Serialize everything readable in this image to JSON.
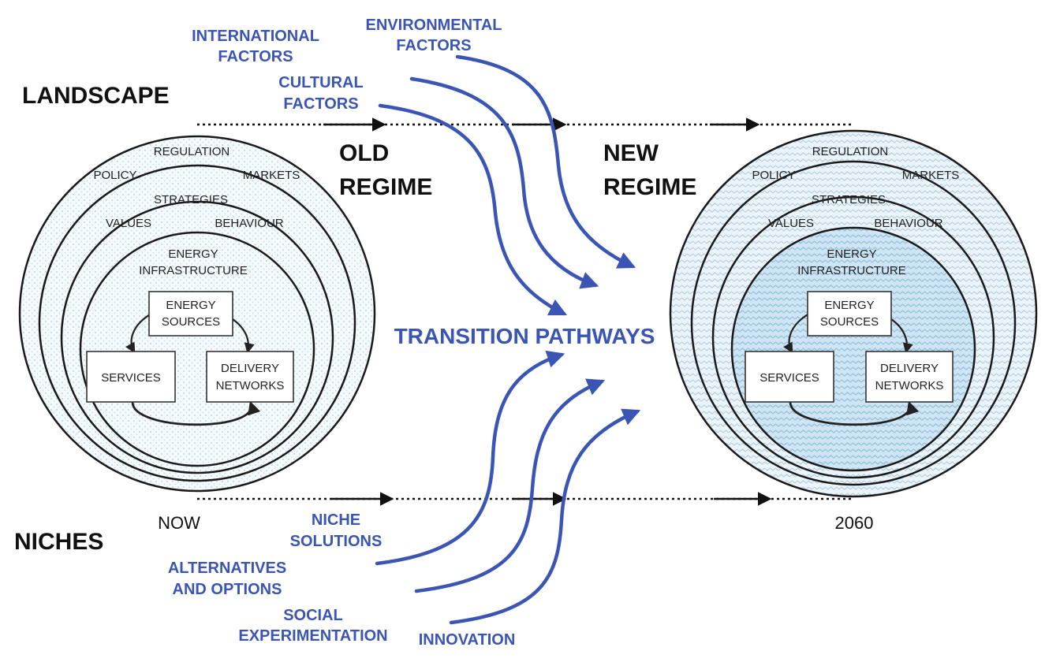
{
  "colors": {
    "factor_blue": "#3a55b4",
    "ink": "#111111",
    "old_fill": "#f4f9fc",
    "new_fill_outer": "#e7f1f8",
    "new_fill_inner": "#c9e3f2",
    "hatch_blue": "#9fc7e3"
  },
  "layers": {
    "landscape": "LANDSCAPE",
    "niches": "NICHES"
  },
  "old_regime": {
    "title": [
      "OLD",
      "REGIME"
    ],
    "timepoint": "NOW"
  },
  "new_regime": {
    "title": [
      "NEW",
      "REGIME"
    ],
    "timepoint": "2060"
  },
  "regime_rings": {
    "outer": [
      "REGULATION",
      "POLICY",
      "MARKETS"
    ],
    "middle": [
      "STRATEGIES",
      "VALUES",
      "BEHAVIOUR"
    ],
    "inner": [
      "ENERGY",
      "INFRASTRUCTURE"
    ]
  },
  "regime_boxes": {
    "sources": [
      "ENERGY",
      "SOURCES"
    ],
    "services": "SERVICES",
    "delivery": [
      "DELIVERY",
      "NETWORKS"
    ]
  },
  "landscape_factors": {
    "international": [
      "INTERNATIONAL",
      "FACTORS"
    ],
    "environmental": [
      "ENVIRONMENTAL",
      "FACTORS"
    ],
    "cultural": [
      "CULTURAL",
      "FACTORS"
    ]
  },
  "niche_factors": {
    "solutions": [
      "NICHE",
      "SOLUTIONS"
    ],
    "alternatives": [
      "ALTERNATIVES",
      "AND OPTIONS"
    ],
    "social": [
      "SOCIAL",
      "EXPERIMENTATION"
    ],
    "innovation": "INNOVATION"
  },
  "center_label": "TRANSITION PATHWAYS"
}
